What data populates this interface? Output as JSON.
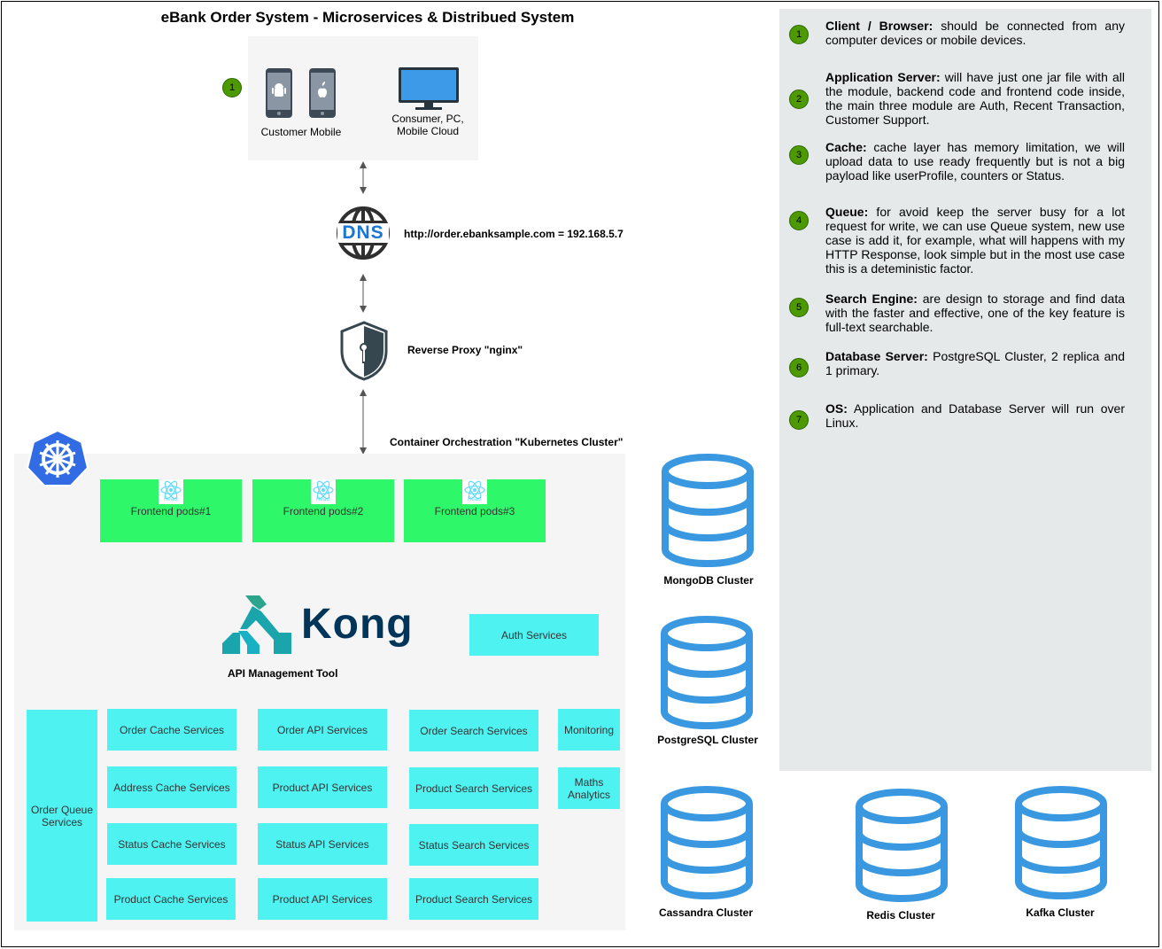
{
  "title": "eBank Order System - Microservices & Distribued System",
  "clients": {
    "badge": "1",
    "mobile_label": "Customer Mobile",
    "pc_label_line1": "Consumer, PC,",
    "pc_label_line2": "Mobile Cloud"
  },
  "dns": {
    "icon_text": "DNS",
    "label": "http://order.ebanksample.com = 192.168.5.7"
  },
  "proxy": {
    "label": "Reverse Proxy \"nginx\""
  },
  "k8s": {
    "label": "Container Orchestration \"Kubernetes Cluster\""
  },
  "pods": [
    {
      "label": "Frontend pods#1",
      "react": "React"
    },
    {
      "label": "Frontend pods#2",
      "react": "React"
    },
    {
      "label": "Frontend pods#3",
      "react": "React"
    }
  ],
  "kong": {
    "logo_text": "Kong",
    "label": "API Management Tool"
  },
  "auth": {
    "label": "Auth Services"
  },
  "queue": {
    "line1": "Order Queue",
    "line2": "Services"
  },
  "cache_services": [
    "Order Cache Services",
    "Address Cache Services",
    "Status Cache Services",
    "Product Cache Services"
  ],
  "api_services": [
    "Order API Services",
    "Product API Services",
    "Status API Services",
    "Product API Services"
  ],
  "search_services": [
    "Order Search Services",
    "Product Search Services",
    "Status Search Services",
    "Product Search Services"
  ],
  "monitoring": {
    "label": "Monitoring"
  },
  "maths": {
    "line1": "Maths",
    "line2": "Analytics"
  },
  "databases": {
    "mongodb": "MongoDB Cluster",
    "postgres": "PostgreSQL Cluster",
    "cassandra": "Cassandra Cluster",
    "redis": "Redis Cluster",
    "kafka": "Kafka Cluster"
  },
  "legend": [
    {
      "num": "1",
      "head": "Client / Browser:",
      "text": " should be connected from any computer devices or mobile devices."
    },
    {
      "num": "2",
      "head": "Application Server:",
      "text": " will have just one jar file with all the module,  backend code and frontend code inside, the main three module are Auth, Recent Transaction, Customer Support."
    },
    {
      "num": "3",
      "head": "Cache:",
      "text": " cache layer has memory limitation, we will upload data to use ready frequently but is not a big payload like userProfile, counters or Status."
    },
    {
      "num": "4",
      "head": "Queue:",
      "text": " for avoid keep the server busy for a lot request for write, we can use Queue system, new use case is add it, for example, what will happens with my HTTP Response, look simple but in the most use case this is a deteministic factor."
    },
    {
      "num": "5",
      "head": "Search Engine:",
      "text": " are design to storage and find data with the faster and effective, one of the key feature is full-text searchable."
    },
    {
      "num": "6",
      "head": "Database Server:",
      "text": " PostgreSQL Cluster, 2 replica and 1 primary."
    },
    {
      "num": "7",
      "head": "OS:",
      "text": " Application and Database Server will run over Linux."
    }
  ],
  "colors": {
    "badge": "#4d9900",
    "service": "#4ef2f0",
    "pod": "#2ef86a",
    "db": "#3a98e0",
    "kong_dark": "#003459",
    "kong_teal": "#1aa4ac",
    "k8s_blue": "#326ce5"
  }
}
